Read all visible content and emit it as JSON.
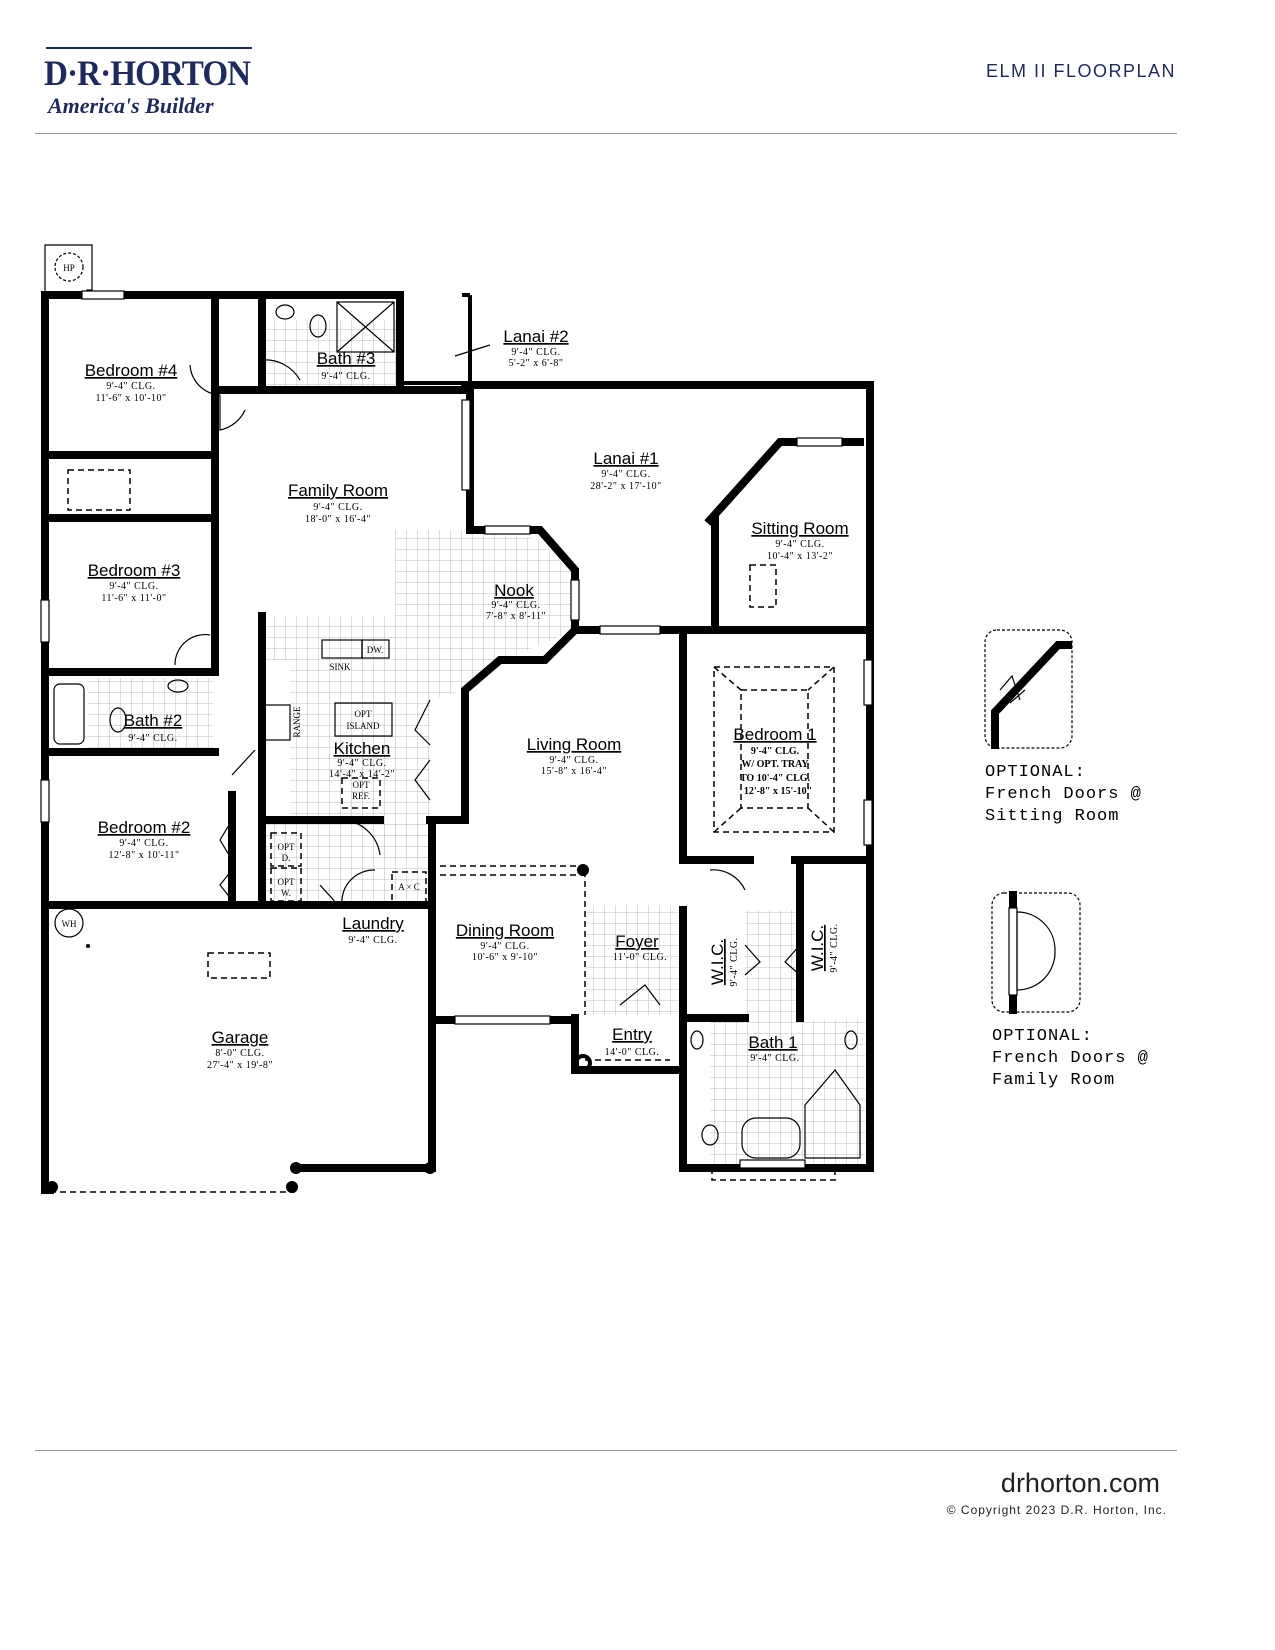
{
  "header": {
    "logo_text": "D·R·HORTON",
    "logo_tagline": "America's Builder",
    "title": "ELM II FLOORPLAN",
    "brand_color": "#1f2a5c"
  },
  "rooms": {
    "bedroom4": {
      "name": "Bedroom #4",
      "ceiling": "9'-4\" CLG.",
      "dims": "11'-6\" x 10'-10\""
    },
    "bath3": {
      "name": "Bath #3",
      "ceiling": "9'-4\" CLG."
    },
    "lanai2": {
      "name": "Lanai #2",
      "ceiling": "9'-4\" CLG.",
      "dims": "5'-2\" x 6'-8\""
    },
    "family": {
      "name": "Family Room",
      "ceiling": "9'-4\" CLG.",
      "dims": "18'-0\" x 16'-4\""
    },
    "lanai1": {
      "name": "Lanai #1",
      "ceiling": "9'-4\" CLG.",
      "dims": "28'-2\" x 17'-10\""
    },
    "sitting": {
      "name": "Sitting Room",
      "ceiling": "9'-4\" CLG.",
      "dims": "10'-4\" x 13'-2\""
    },
    "bedroom3": {
      "name": "Bedroom #3",
      "ceiling": "9'-4\" CLG.",
      "dims": "11'-6\" x 11'-0\""
    },
    "nook": {
      "name": "Nook",
      "ceiling": "9'-4\" CLG.",
      "dims": "7'-8\" x 8'-11\""
    },
    "bath2": {
      "name": "Bath #2",
      "ceiling": "9'-4\" CLG."
    },
    "kitchen": {
      "name": "Kitchen",
      "ceiling": "9'-4\" CLG.",
      "dims": "14'-4\" x 14'-2\""
    },
    "living": {
      "name": "Living Room",
      "ceiling": "9'-4\" CLG.",
      "dims": "15'-8\" x 16'-4\""
    },
    "bedroom1": {
      "name": "Bedroom 1",
      "ceiling": "9'-4\" CLG.",
      "tray1": "W/ OPT. TRAY",
      "tray2": "TO 10'-4\" CLG.",
      "dims": "12'-8\" x 15'-10\""
    },
    "bedroom2": {
      "name": "Bedroom #2",
      "ceiling": "9'-4\" CLG.",
      "dims": "12'-8\" x 10'-11\""
    },
    "laundry": {
      "name": "Laundry",
      "ceiling": "9'-4\" CLG."
    },
    "dining": {
      "name": "Dining Room",
      "ceiling": "9'-4\" CLG.",
      "dims": "10'-6\" x 9'-10\""
    },
    "foyer": {
      "name": "Foyer",
      "ceiling": "11'-0\" CLG."
    },
    "wic1": {
      "name": "W.I.C.",
      "ceiling": "9'-4\" CLG."
    },
    "wic2": {
      "name": "W.I.C.",
      "ceiling": "9'-4\" CLG."
    },
    "garage": {
      "name": "Garage",
      "ceiling": "8'-0\" CLG.",
      "dims": "27'-4\" x 19'-8\""
    },
    "entry": {
      "name": "Entry",
      "ceiling": "14'-0\" CLG."
    },
    "bath1": {
      "name": "Bath 1",
      "ceiling": "9'-4\" CLG."
    }
  },
  "fixtures": {
    "hp": "HP",
    "wh": "WH",
    "sink": "SINK",
    "dw": "DW.",
    "range": "RANGE",
    "island1": "OPT",
    "island2": "ISLAND",
    "ref1": "OPT",
    "ref2": "REF.",
    "dryer1": "OPT",
    "dryer2": "D.",
    "washer1": "OPT",
    "washer2": "W.",
    "ac": "A × C"
  },
  "options": [
    {
      "line1": "OPTIONAL:",
      "line2": "French Doors @",
      "line3": "Sitting Room"
    },
    {
      "line1": "OPTIONAL:",
      "line2": "French Doors @",
      "line3": "Family Room"
    }
  ],
  "footer": {
    "website": "drhorton.com",
    "copyright": "© Copyright 2023 D.R. Horton, Inc."
  }
}
